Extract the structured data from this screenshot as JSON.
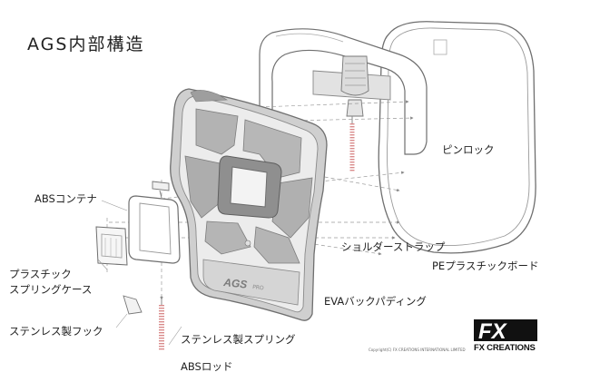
{
  "title": "AGS内部構造",
  "labels": {
    "abs_container": "ABSコンテナ",
    "pin_lock": "ピンロック",
    "shoulder_strap": "ショルダーストラップ",
    "pe_board": "PEプラスチックボード",
    "plastic_case_line1": "プラスチック",
    "plastic_case_line2": "スプリングケース",
    "eva_padding": "EVAバックパディング",
    "stainless_hook": "ステンレス製フック",
    "stainless_spring": "ステンレス製スプリング",
    "abs_rod": "ABSロッド"
  },
  "pad_print": {
    "ags": "AGS",
    "pro": "PRO"
  },
  "brand": {
    "logo": "FX",
    "name": "FX CREATIONS",
    "copyright": "Copyright(C) FX CREATIONS INTERNATIONAL LIMITED"
  },
  "colors": {
    "line": "#6f6f6f",
    "panel_dark": "#a9a9a9",
    "panel_mid": "#c8c8c8",
    "panel_light": "#e8e8e8",
    "spring": "#d98a8a"
  }
}
